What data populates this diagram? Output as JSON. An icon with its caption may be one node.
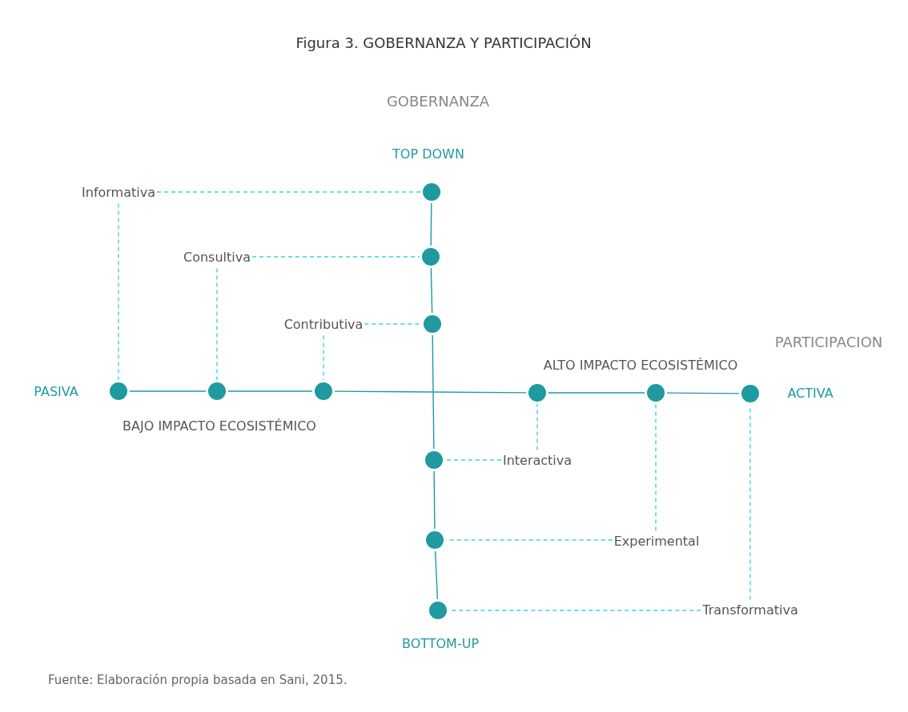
{
  "diagram": {
    "title": "Figura 3. GOBERNANZA Y PARTICIPACIÓN",
    "caption": "Fuente: Elaboración propia basada en Sani, 2015.",
    "nodes": [
      {
        "text": [
          "Informativa"
        ]
      },
      {
        "text": [
          "Consultiva"
        ]
      },
      {
        "text": [
          "Contributiva"
        ]
      },
      {
        "text": [
          "Interactiva"
        ]
      },
      {
        "text": [
          "Experimental"
        ]
      },
      {
        "text": [
          "Transformativa"
        ]
      },
      {
        "text": [],
        "shape": "circle"
      },
      {
        "text": [],
        "shape": "circle"
      },
      {
        "text": [],
        "shape": "circle"
      },
      {
        "text": [],
        "shape": "circle"
      },
      {
        "text": [],
        "shape": "circle"
      },
      {
        "text": [],
        "shape": "circle"
      },
      {
        "text": [],
        "shape": "circle"
      },
      {
        "text": [],
        "shape": "circle"
      },
      {
        "text": [],
        "shape": "circle"
      },
      {
        "text": [],
        "shape": "circle"
      },
      {
        "text": [],
        "shape": "circle"
      },
      {
        "text": [],
        "shape": "circle"
      }
    ],
    "edges": [
      {
        "from": 6,
        "to": 7,
        "arrow": "none",
        "color": "#1e9aa0"
      },
      {
        "from": 7,
        "to": 8,
        "arrow": "none",
        "color": "#1e9aa0"
      },
      {
        "from": 8,
        "to": 9,
        "arrow": "none",
        "color": "#1e9aa0"
      },
      {
        "from": 9,
        "to": 10,
        "arrow": "none",
        "color": "#1e9aa0"
      },
      {
        "from": 10,
        "to": 11,
        "arrow": "none",
        "color": "#1e9aa0"
      },
      {
        "from": 12,
        "to": 13,
        "arrow": "none",
        "color": "#1e9aa0"
      },
      {
        "from": 13,
        "to": 14,
        "arrow": "none",
        "color": "#1e9aa0"
      },
      {
        "from": 14,
        "to": 15,
        "arrow": "none",
        "color": "#1e9aa0"
      },
      {
        "from": 15,
        "to": 16,
        "arrow": "none",
        "color": "#1e9aa0"
      },
      {
        "from": 16,
        "to": 17,
        "arrow": "none",
        "color": "#1e9aa0"
      },
      {
        "from": 0,
        "to": 6,
        "arrow": "none",
        "style": "dashed"
      },
      {
        "from": 0,
        "to": 12,
        "arrow": "none",
        "style": "dashed"
      },
      {
        "from": 1,
        "to": 7,
        "arrow": "none",
        "style": "dashed"
      },
      {
        "from": 1,
        "to": 13,
        "arrow": "none",
        "style": "dashed"
      },
      {
        "from": 2,
        "to": 8,
        "arrow": "none",
        "style": "dashed"
      },
      {
        "from": 2,
        "to": 14,
        "arrow": "none",
        "style": "dashed"
      },
      {
        "from": 3,
        "to": 9,
        "arrow": "none",
        "style": "dashed"
      },
      {
        "from": 3,
        "to": 15,
        "arrow": "none",
        "style": "dashed"
      },
      {
        "from": 4,
        "to": 10,
        "arrow": "none",
        "style": "dashed"
      },
      {
        "from": 4,
        "to": 16,
        "arrow": "none",
        "style": "dashed"
      },
      {
        "from": 5,
        "to": 11,
        "arrow": "none",
        "style": "dashed"
      },
      {
        "from": 5,
        "to": 17,
        "arrow": "none",
        "style": "dashed"
      }
    ],
    "labels": [
      "GOBERNANZA",
      "TOP DOWN",
      "PARTICIPACION",
      "ALTO IMPACTO ECOSISTÉMICO",
      "PASIVA",
      "ACTIVA",
      "BAJO IMPACTO ECOSISTÉMICO",
      "BOTTOM-UP"
    ]
  }
}
